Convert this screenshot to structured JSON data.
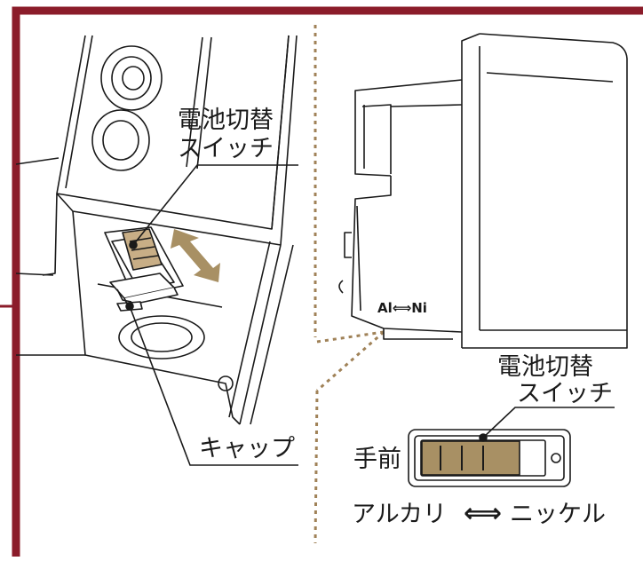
{
  "colors": {
    "frame": "#8b1c2a",
    "guide": "#a08258",
    "slider": "#a89064",
    "switch_grip": "#c8ae86",
    "line": "#1a1a1a"
  },
  "labels": {
    "switch_left": [
      "電池切替",
      "スイッチ"
    ],
    "cap": "キャップ",
    "body_marking": "Al⟺Ni",
    "switch_right": [
      "電池切替",
      "スイッチ"
    ],
    "front": "手前",
    "direction": {
      "alkaline": "アルカリ",
      "arrow": "⟺",
      "nickel": "ニッケル"
    }
  }
}
